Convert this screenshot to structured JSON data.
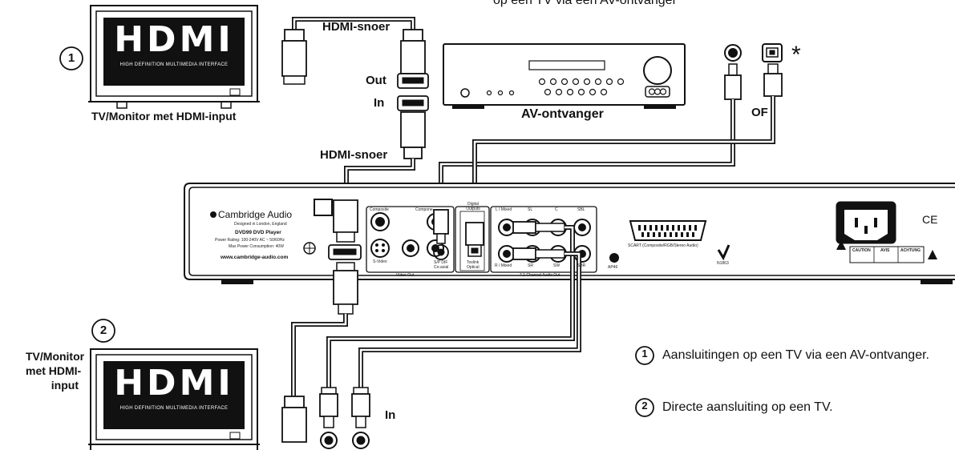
{
  "header_fragment": "op een TV via een AV-ontvanger",
  "tv1": {
    "number": "1",
    "logo": "HDMI",
    "logo_sub": "HIGH DEFINITION MULTIMEDIA INTERFACE",
    "caption": "TV/Monitor met HDMI-input"
  },
  "tv2": {
    "number": "2",
    "logo": "HDMI",
    "logo_sub": "HIGH DEFINITION MULTIMEDIA INTERFACE",
    "caption_lines": [
      "TV/Monitor",
      "met HDMI-",
      "input"
    ]
  },
  "cables": {
    "hdmi_top": "HDMI-snoer",
    "hdmi_mid": "HDMI-snoer",
    "out": "Out",
    "in_top": "In",
    "in_bottom": "In",
    "of": "OF",
    "asterisk": "*"
  },
  "receiver": {
    "label": "AV-ontvanger"
  },
  "player": {
    "brand": "Cambridge Audio",
    "designed": "Designed in London, England",
    "model": "DVD99 DVD Player",
    "power_rating": "Power Rating: 100-240V AC ~ 50/60Hz",
    "power_consumption": "Max Power Consumption: 40W",
    "website": "www.cambridge-audio.com",
    "sections": {
      "composite": "Composite",
      "component": "Compone",
      "svideo": "S-Video",
      "video_out": "Video Out",
      "digital_outputs": "Digital Outputs",
      "spdif": "S/P DIF",
      "coaxial": "Co-axial",
      "toslink": "Toslink",
      "optical": "Optical",
      "l_mixed": "L / Mixed",
      "r_mixed": "R / Mixed",
      "sl": "SL",
      "c": "C",
      "sbl": "SBL",
      "sr": "SR",
      "sw": "SW",
      "sbr": "SBR",
      "channel_out": "7.1 Channel Audio Out",
      "scart": "SCART (Composite/RGB/Stereo Audio)",
      "ap46": "AP46",
      "n1863": "N1863",
      "ce": "CE",
      "caution": "CAUTION",
      "avis": "AVIS",
      "achtung": "ACHTUNG"
    }
  },
  "legend": [
    {
      "num": "1",
      "text": "Aansluitingen op een TV via een AV-ontvanger."
    },
    {
      "num": "2",
      "text": "Directe aansluiting op een TV."
    }
  ]
}
